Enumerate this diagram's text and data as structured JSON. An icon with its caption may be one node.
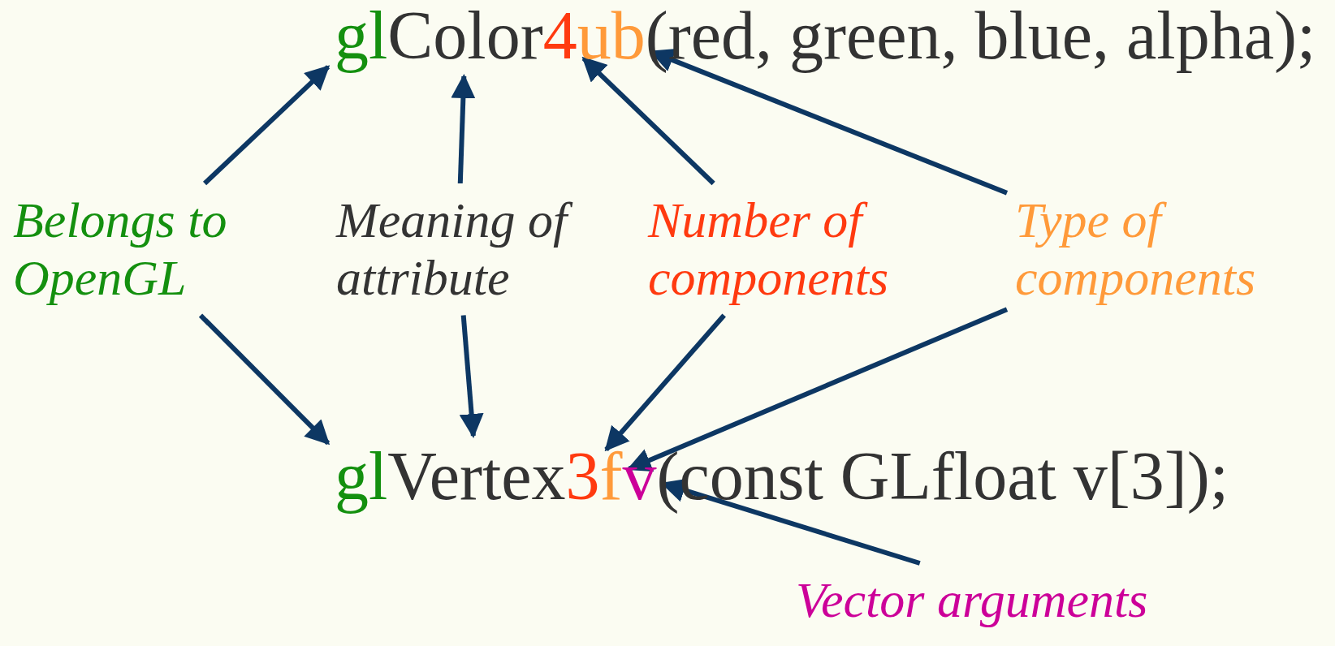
{
  "diagram": {
    "nodes": [
      {
        "text": [
          "gl"
        ]
      },
      {
        "text": [
          "Color"
        ]
      },
      {
        "text": [
          "4"
        ]
      },
      {
        "text": [
          "ub"
        ]
      },
      {
        "text": [
          "Belongs to OpenGL"
        ]
      },
      {
        "text": [
          "Meaning of attribute"
        ]
      },
      {
        "text": [
          "Number of components"
        ]
      },
      {
        "text": [
          "Type of components"
        ]
      },
      {
        "text": [
          "gl"
        ]
      },
      {
        "text": [
          "Vertex"
        ]
      },
      {
        "text": [
          "3"
        ]
      },
      {
        "text": [
          "f"
        ]
      },
      {
        "text": [
          "v"
        ]
      },
      {
        "text": [
          "Vector arguments"
        ]
      }
    ],
    "edges": [
      {
        "from": 4,
        "to": 0,
        "arrow": "to"
      },
      {
        "from": 5,
        "to": 1,
        "arrow": "to"
      },
      {
        "from": 6,
        "to": 2,
        "arrow": "to"
      },
      {
        "from": 7,
        "to": 3,
        "arrow": "to"
      },
      {
        "from": 4,
        "to": 8,
        "arrow": "to"
      },
      {
        "from": 5,
        "to": 9,
        "arrow": "to"
      },
      {
        "from": 6,
        "to": 10,
        "arrow": "to"
      },
      {
        "from": 7,
        "to": 11,
        "arrow": "to"
      },
      {
        "from": 13,
        "to": 12,
        "arrow": "to"
      }
    ],
    "labels": [
      "(red, green, blue, alpha);",
      "(const GLfloat v[3]);"
    ]
  }
}
